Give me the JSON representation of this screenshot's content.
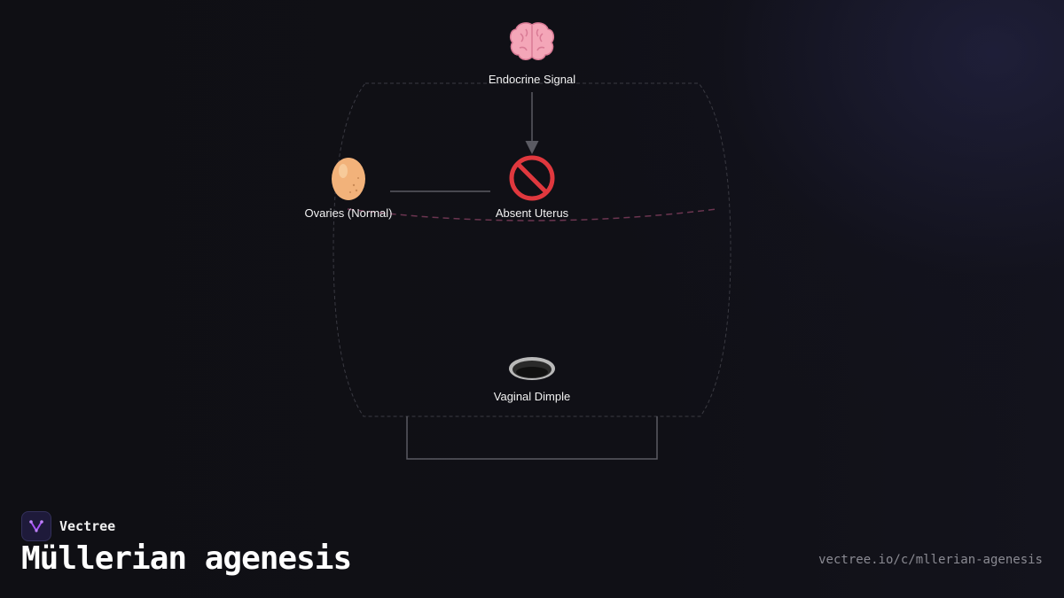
{
  "diagram": {
    "nodes": {
      "endocrine": {
        "label": "Endocrine Signal",
        "icon": "brain-icon"
      },
      "ovaries": {
        "label": "Ovaries (Normal)",
        "icon": "egg-icon"
      },
      "uterus": {
        "label": "Absent Uterus",
        "icon": "prohibited-icon"
      },
      "vaginal": {
        "label": "Vaginal Dimple",
        "icon": "hole-icon"
      }
    },
    "colors": {
      "edge": "#5a5a62",
      "boundary": "#3a3a42",
      "dashed_curve": "#6b3550",
      "prohibited": "#e0383e"
    }
  },
  "branding": {
    "name": "Vectree",
    "title": "Müllerian agenesis",
    "url": "vectree.io/c/mllerian-agenesis",
    "logo_color": "#a855f7"
  }
}
